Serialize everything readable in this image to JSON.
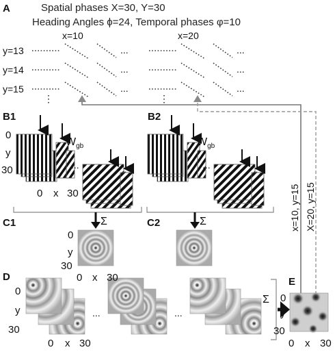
{
  "panels": {
    "A": "A",
    "B1": "B1",
    "B2": "B2",
    "C1": "C1",
    "C2": "C2",
    "D": "D",
    "E": "E"
  },
  "header": {
    "line1": "Spatial phases X=30, Y=30",
    "line2": "Heading Angles ϕ=24, Temporal phases φ=10"
  },
  "grid": {
    "x_labels": [
      "x=10",
      "x=20"
    ],
    "y_labels": [
      "y=13",
      "y=14",
      "y=15"
    ],
    "ellipsis": "...",
    "vdots": "⋮"
  },
  "weights": {
    "b1": "W",
    "b1_sub": "gb",
    "b2": "W",
    "b2_sub": "gb"
  },
  "axes": {
    "b1": {
      "y0": "0",
      "ymid": "y",
      "y30": "30",
      "x0": "0",
      "xmid": "x",
      "x30": "30"
    },
    "c1": {
      "y0": "0",
      "ymid": "y",
      "y30": "30",
      "x0": "0",
      "xmid": "x",
      "x30": "30"
    },
    "d": {
      "y0": "0",
      "ymid": "y",
      "y30": "30",
      "x0": "0",
      "xmid": "x",
      "x30": "30"
    },
    "e": {
      "y0": "0",
      "ymid": "y",
      "y30": "30",
      "x0": "0",
      "xmid": "x",
      "x30": "30"
    }
  },
  "sum_symbol": "Σ",
  "connections": [
    "x=10, y=15",
    "X=20, y=15"
  ],
  "colors": {
    "solid_line": "#777777",
    "dashed_line": "#999999",
    "arrow_up": "#8a8a8a"
  }
}
